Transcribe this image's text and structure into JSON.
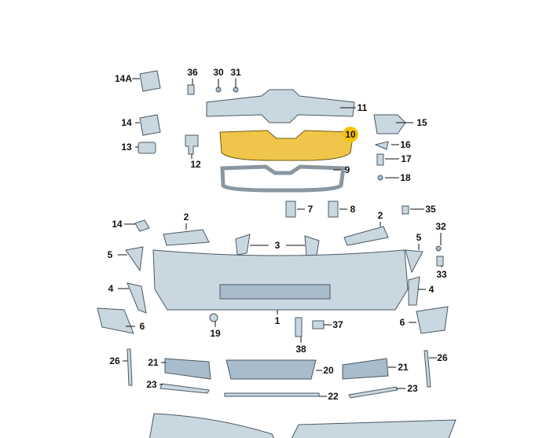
{
  "diagram": {
    "highlight_color": "#f5c400",
    "callouts": [
      "14A",
      "36",
      "30",
      "31",
      "11",
      "14",
      "10",
      "15",
      "13",
      "12",
      "16",
      "17",
      "9",
      "18",
      "7",
      "8",
      "35",
      "14",
      "2",
      "2",
      "32",
      "5",
      "5",
      "3",
      "33",
      "4",
      "4",
      "1",
      "6",
      "6",
      "37",
      "19",
      "38",
      "26",
      "26",
      "21",
      "20",
      "21",
      "23",
      "22",
      "23"
    ],
    "highlighted": "10"
  }
}
